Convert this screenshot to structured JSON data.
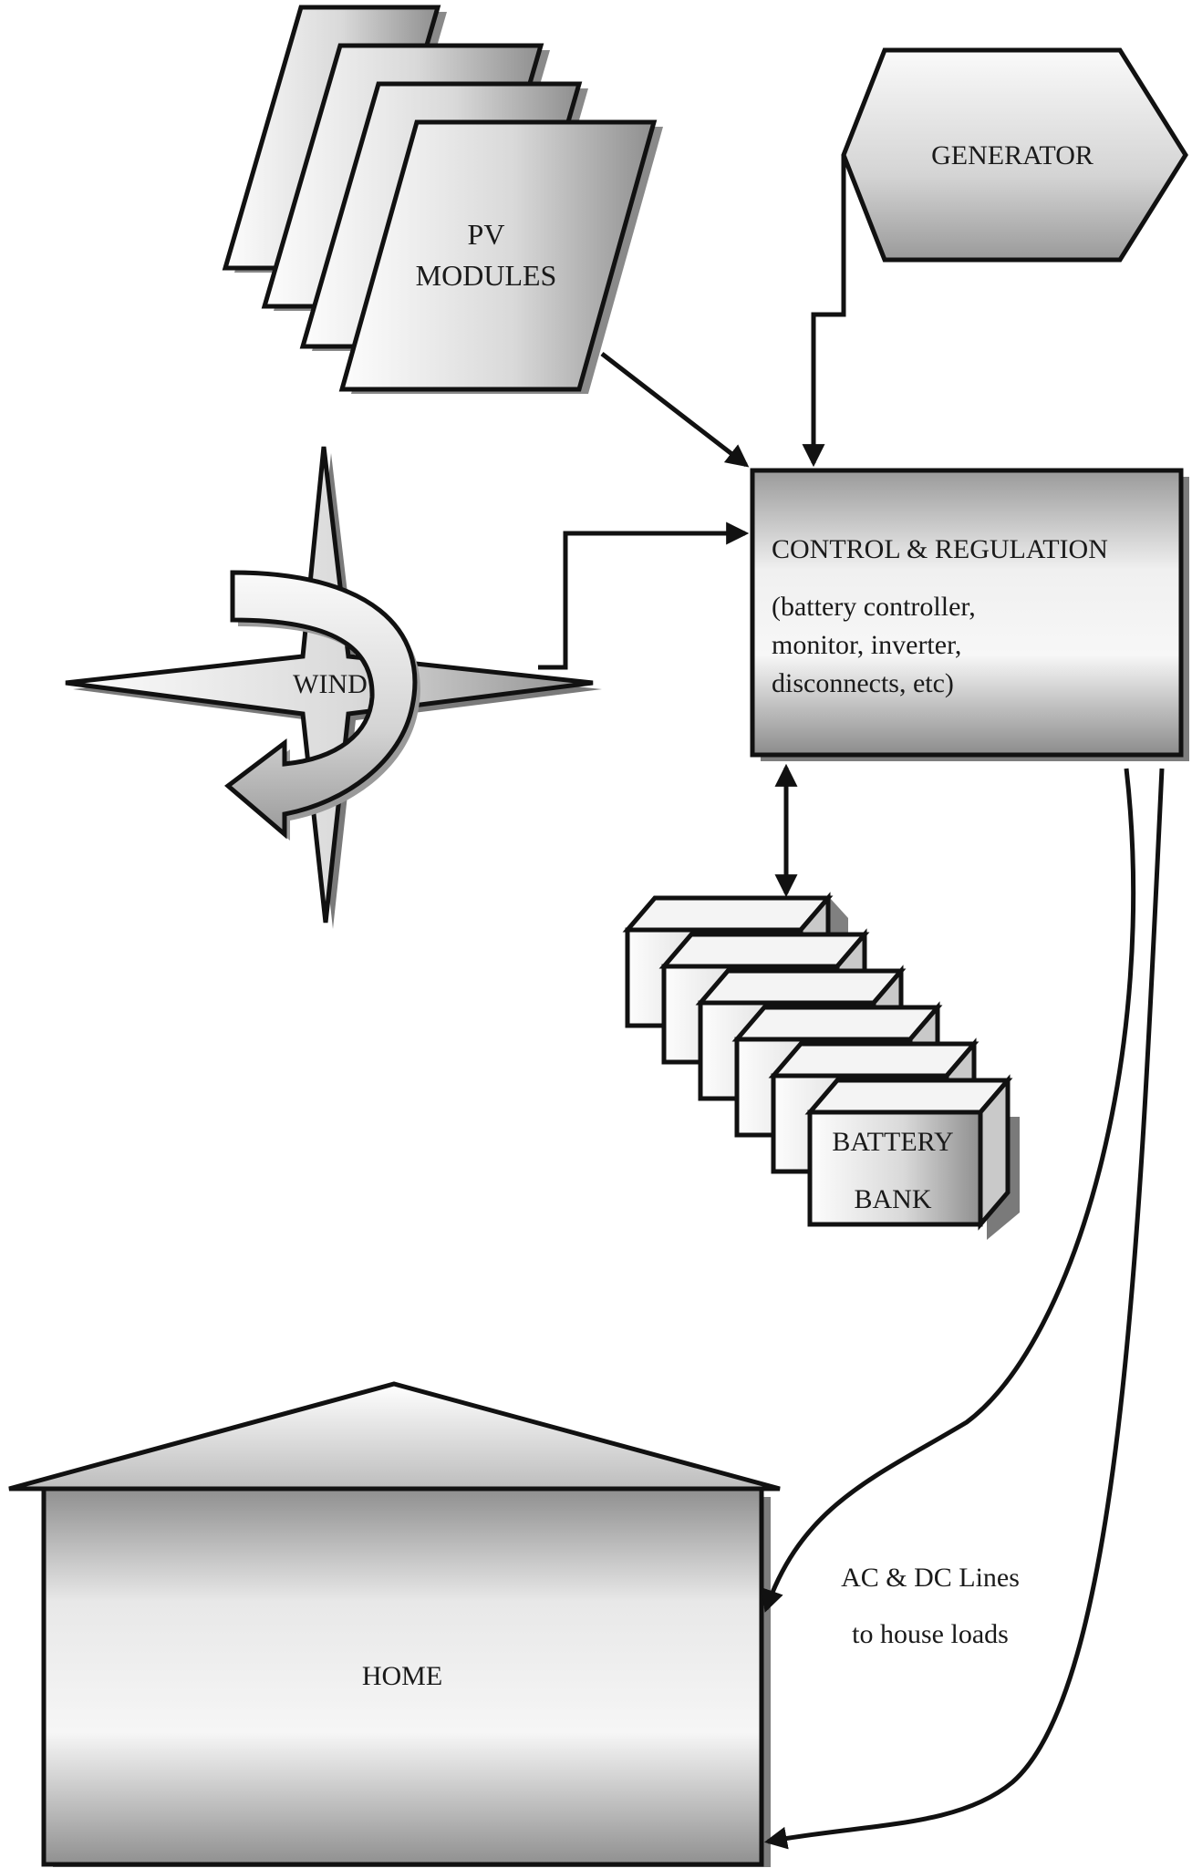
{
  "diagram": {
    "pv_modules": {
      "line1": "PV",
      "line2": "MODULES"
    },
    "generator": {
      "label": "GENERATOR"
    },
    "wind": {
      "label": "WIND"
    },
    "control": {
      "title": "CONTROL & REGULATION",
      "detail_line1": "(battery controller,",
      "detail_line2": "monitor, inverter,",
      "detail_line3": "disconnects, etc)"
    },
    "battery_bank": {
      "line1": "BATTERY",
      "line2": "BANK"
    },
    "home": {
      "label": "HOME"
    },
    "lines_note": {
      "line1": "AC & DC Lines",
      "line2": "to house loads"
    }
  }
}
